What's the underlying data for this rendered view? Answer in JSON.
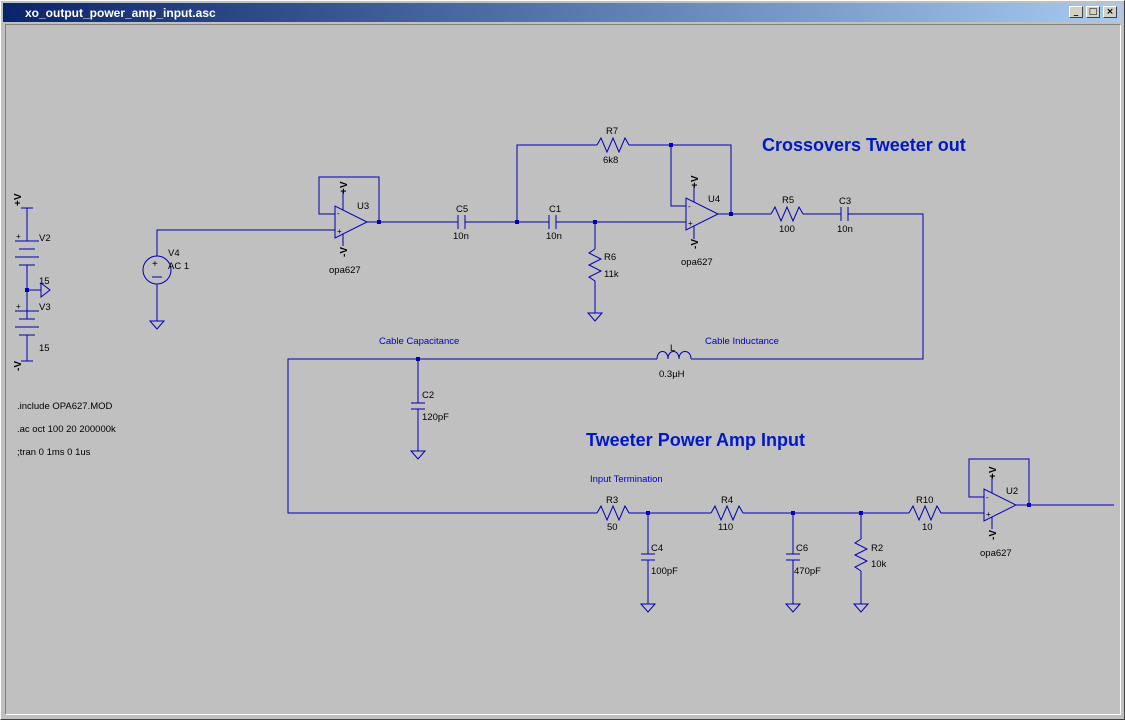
{
  "window": {
    "title": "xo_output_power_amp_input.asc",
    "buttons": {
      "minimize": "_",
      "maximize": "□",
      "close": "×"
    }
  },
  "colors": {
    "wire": "#0000b4",
    "annotation": "#0000c8",
    "heading": "#0018c8",
    "background": "#c0c0c0"
  },
  "schematic": {
    "headings": {
      "crossovers": "Crossovers Tweeter out",
      "tweeter_amp": "Tweeter Power Amp Input"
    },
    "annotations": {
      "cable_capacitance": "Cable Capacitance",
      "cable_inductance": "Cable Inductance",
      "input_termination": "Input Termination"
    },
    "directives": {
      "include": ".include OPA627.MOD",
      "ac": ".ac oct 100 20 200000k",
      "tran": ";tran 0 1ms 0 1us"
    },
    "power": {
      "plus_v": "+V",
      "minus_v": "-V"
    },
    "sources": {
      "v2": {
        "name": "V2",
        "value": "15"
      },
      "v3": {
        "name": "V3",
        "value": "15"
      },
      "v4": {
        "name": "V4",
        "value": "AC 1"
      }
    },
    "opamps": {
      "u3": {
        "name": "U3",
        "model": "opa627"
      },
      "u4": {
        "name": "U4",
        "model": "opa627"
      },
      "u2": {
        "name": "U2",
        "model": "opa627"
      }
    },
    "components": {
      "c5": {
        "name": "C5",
        "value": "10n"
      },
      "c1": {
        "name": "C1",
        "value": "10n"
      },
      "r7": {
        "name": "R7",
        "value": "6k8"
      },
      "r6": {
        "name": "R6",
        "value": "11k"
      },
      "r5": {
        "name": "R5",
        "value": "100"
      },
      "c3": {
        "name": "C3",
        "value": "10n"
      },
      "l": {
        "name": "L",
        "value": "0.3µH"
      },
      "c2": {
        "name": "C2",
        "value": "120pF"
      },
      "r3": {
        "name": "R3",
        "value": "50"
      },
      "c4": {
        "name": "C4",
        "value": "100pF"
      },
      "r4": {
        "name": "R4",
        "value": "110"
      },
      "c6": {
        "name": "C6",
        "value": "470pF"
      },
      "r2": {
        "name": "R2",
        "value": "10k"
      },
      "r10": {
        "name": "R10",
        "value": "10"
      }
    }
  }
}
